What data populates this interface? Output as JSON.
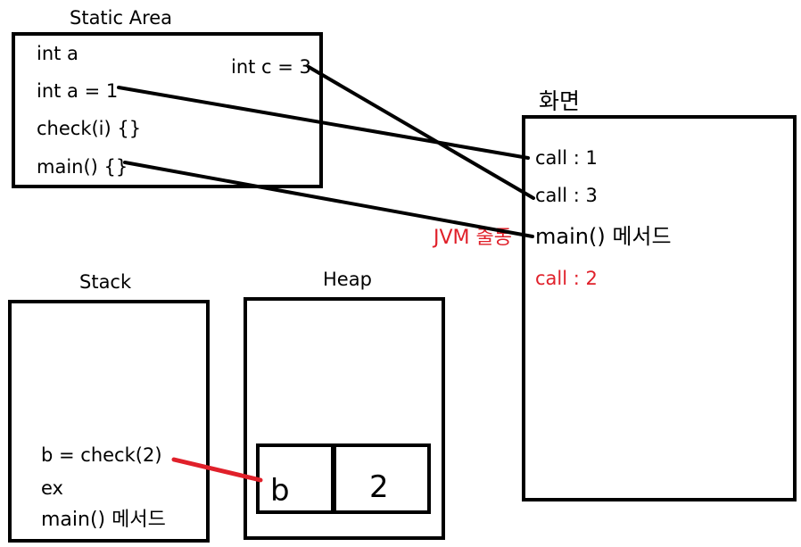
{
  "static_area": {
    "title": "Static Area",
    "lines": [
      "int a",
      "int a = 1",
      "check(i) {}",
      "main() {}"
    ],
    "extra": "int c = 3"
  },
  "screen": {
    "title": "화면",
    "lines": [
      "call : 1",
      "call : 3",
      "main() 메서드"
    ],
    "red_line": "call : 2"
  },
  "jvm_label": "JVM 출동",
  "stack": {
    "title": "Stack",
    "lines": [
      "b = check(2)",
      "ex",
      "main() 메서드"
    ]
  },
  "heap": {
    "title": "Heap",
    "cells": [
      "b",
      "2"
    ]
  },
  "colors": {
    "line": "#000000",
    "highlight": "#e0202a"
  }
}
